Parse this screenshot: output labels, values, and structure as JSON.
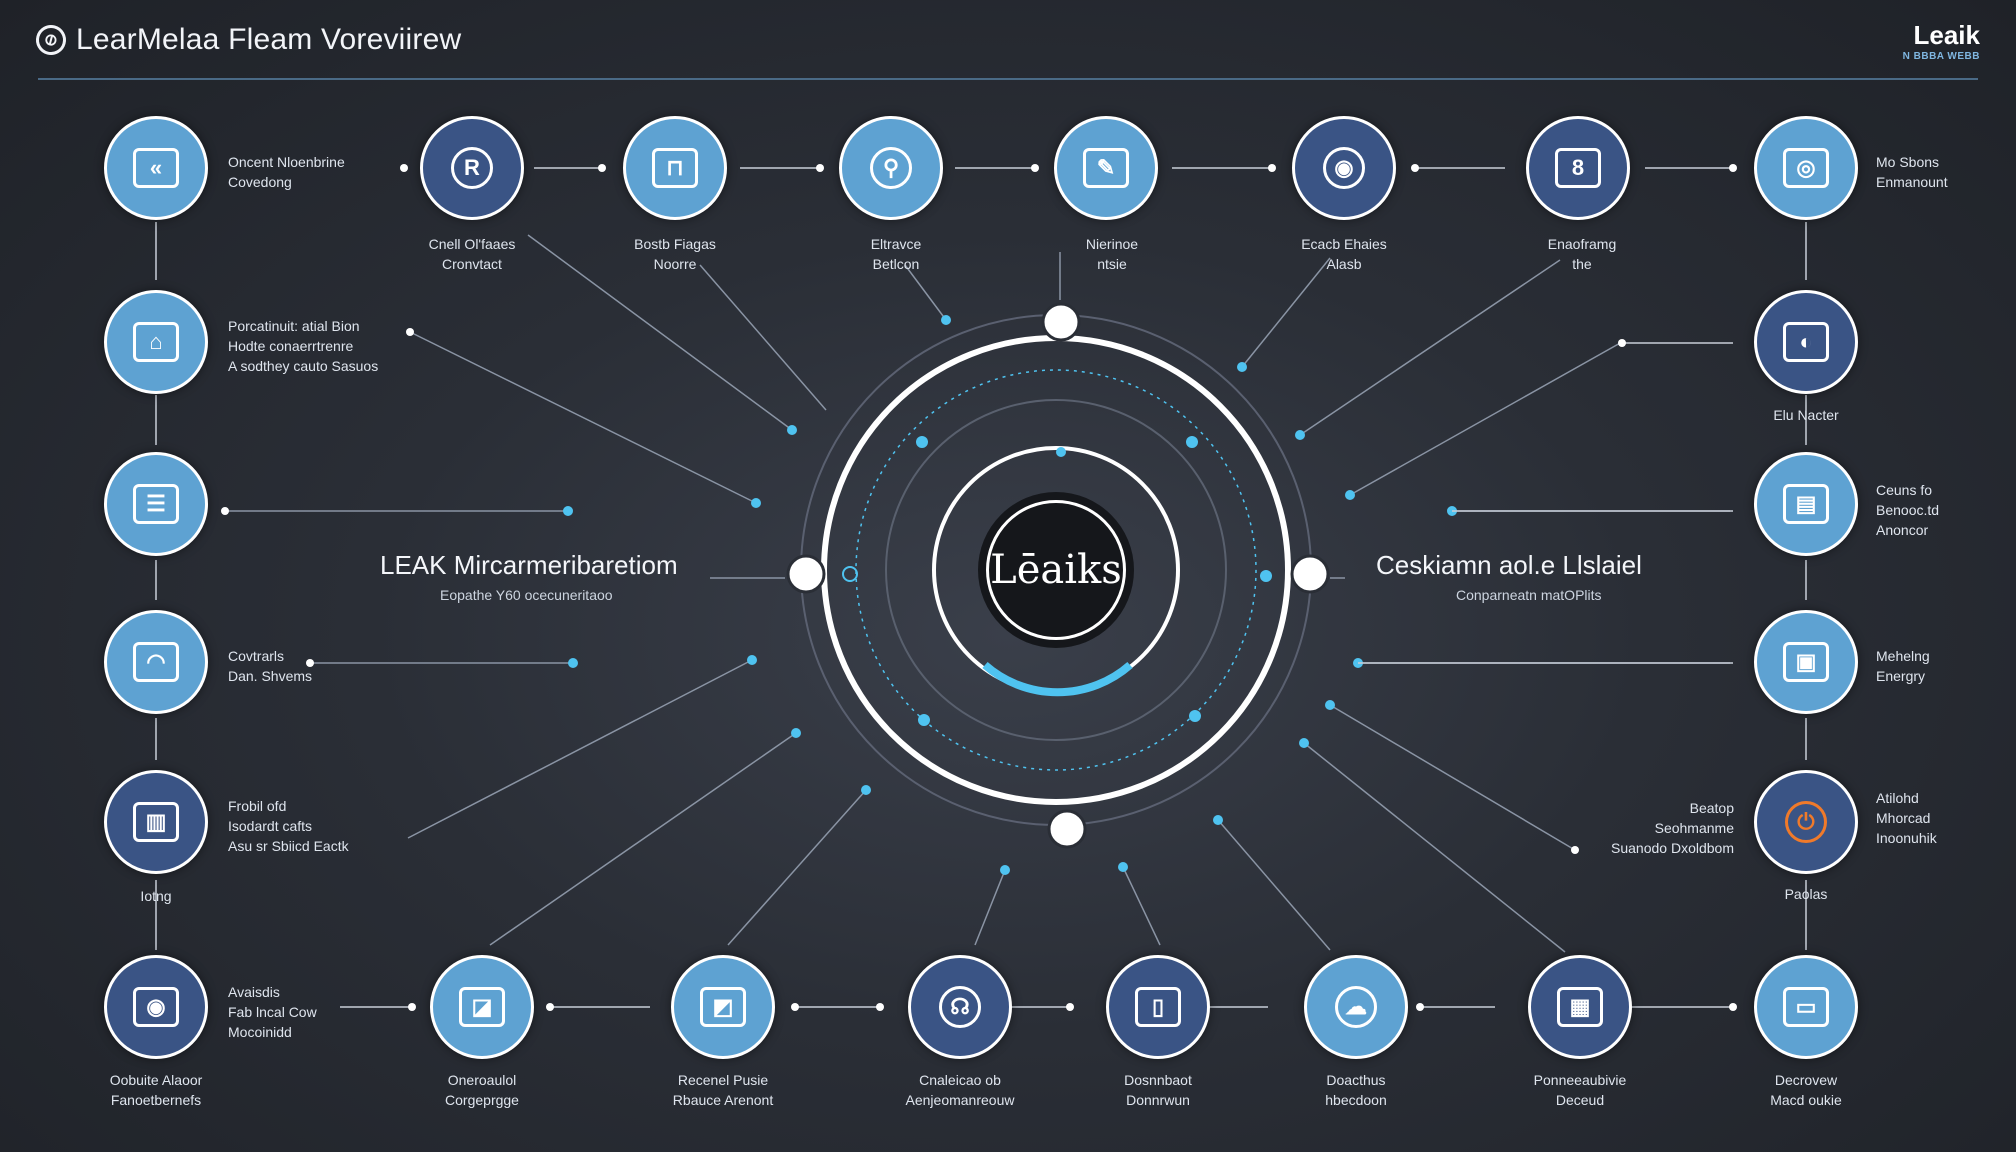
{
  "header": {
    "title": "LearMelaa Fleam Voreviirew",
    "brand_name": "Leaik",
    "brand_sub": "N BBBA WEBB"
  },
  "hub": {
    "text": "Lēaiks"
  },
  "center_left": {
    "title": "LEAK Mircarmeribaretiom",
    "subtitle": "Eopathe Y60 ocecuneritaoo"
  },
  "center_right": {
    "title": "Ceskiamn aol.e Llslaiel",
    "subtitle": "Conparneatn matOPlits"
  },
  "top_row": [
    {
      "lines": [
        "Oncent Nloenbrine",
        "Covedong"
      ]
    },
    {
      "lines": [
        "Cnell Ol'faaes",
        "Cronvtact"
      ]
    },
    {
      "lines": [
        "Bostb Fiagas",
        "Noorre"
      ]
    },
    {
      "lines": [
        "Eltravce",
        "Betlcon"
      ]
    },
    {
      "lines": [
        "Nierinoe",
        "ntsie"
      ]
    },
    {
      "lines": [
        "Ecacb Ehaies",
        "Alasb"
      ]
    },
    {
      "lines": [
        "Enaoframg",
        "the"
      ]
    },
    {
      "lines": [
        "Mo Sbons",
        "Enmanount"
      ]
    }
  ],
  "left_col": [
    {
      "lines": [
        "Porcatinuit: atial Bion",
        "Hodte conaerrtrenre",
        "A sodthey cauto Sasuos"
      ]
    },
    {
      "lines": []
    },
    {
      "lines": [
        "Covtrarls",
        "Dan. Shvems"
      ]
    },
    {
      "lines": [
        "Frobil ofd",
        "Isodardt cafts",
        "Asu sr Sbiicd Eactk"
      ],
      "below": "Iotng"
    }
  ],
  "right_col": [
    {
      "below": "Elu Nacter"
    },
    {
      "lines": [
        "Ceuns fo",
        "Benooc.td",
        "Anoncor"
      ]
    },
    {
      "lines": [
        "Mehelng",
        "Energry"
      ]
    },
    {
      "lines": [
        "Atilohd",
        "Mhorcad",
        "Inoonuhik"
      ],
      "left_lines": [
        "Beatop",
        "Seohmanme",
        "Suanodo Dxoldbom"
      ],
      "below": "Paolas"
    }
  ],
  "bottom_row": [
    {
      "side": [
        "Avaisdis",
        "Fab lncal Cow",
        "Mocoinidd"
      ],
      "lines": [
        "Oobuite Alaoor",
        "Fanoetbernefs"
      ]
    },
    {
      "lines": [
        "Oneroaulol",
        "Corgeprgge"
      ]
    },
    {
      "lines": [
        "Recenel Pusie",
        "Rbauce Arenont"
      ]
    },
    {
      "lines": [
        "Cnaleicao ob",
        "Aenjeomanreouw"
      ]
    },
    {
      "lines": [
        "Dosnnbaot",
        "Donnrwun"
      ]
    },
    {
      "lines": [
        "Doacthus",
        "hbecdoon"
      ]
    },
    {
      "lines": [
        "Ponneeaubivie",
        "Deceud"
      ]
    },
    {
      "lines": [
        "Decrovew",
        "Macd oukie"
      ]
    }
  ],
  "icons": {
    "top": [
      "back-arrows-icon",
      "badge-icon",
      "frame-icon",
      "search-icon",
      "image-edit-icon",
      "vault-icon",
      "document-icon",
      "camera-icon"
    ],
    "left": [
      "image-icon",
      "card-icon",
      "photo-icon",
      "chart-icon"
    ],
    "right": [
      "screen-icon",
      "folder-icon",
      "tablet-icon",
      "power-icon"
    ],
    "bottom": [
      "video-icon",
      "picture-icon",
      "cube-icon",
      "headset-icon",
      "mobile-icon",
      "cloud-icon",
      "briefcase-icon",
      "window-icon"
    ]
  },
  "colors": {
    "node_light": "#5ea2d2",
    "node_dark": "#3a5485",
    "accent": "#4fc3f0",
    "power": "#f07a2a"
  }
}
